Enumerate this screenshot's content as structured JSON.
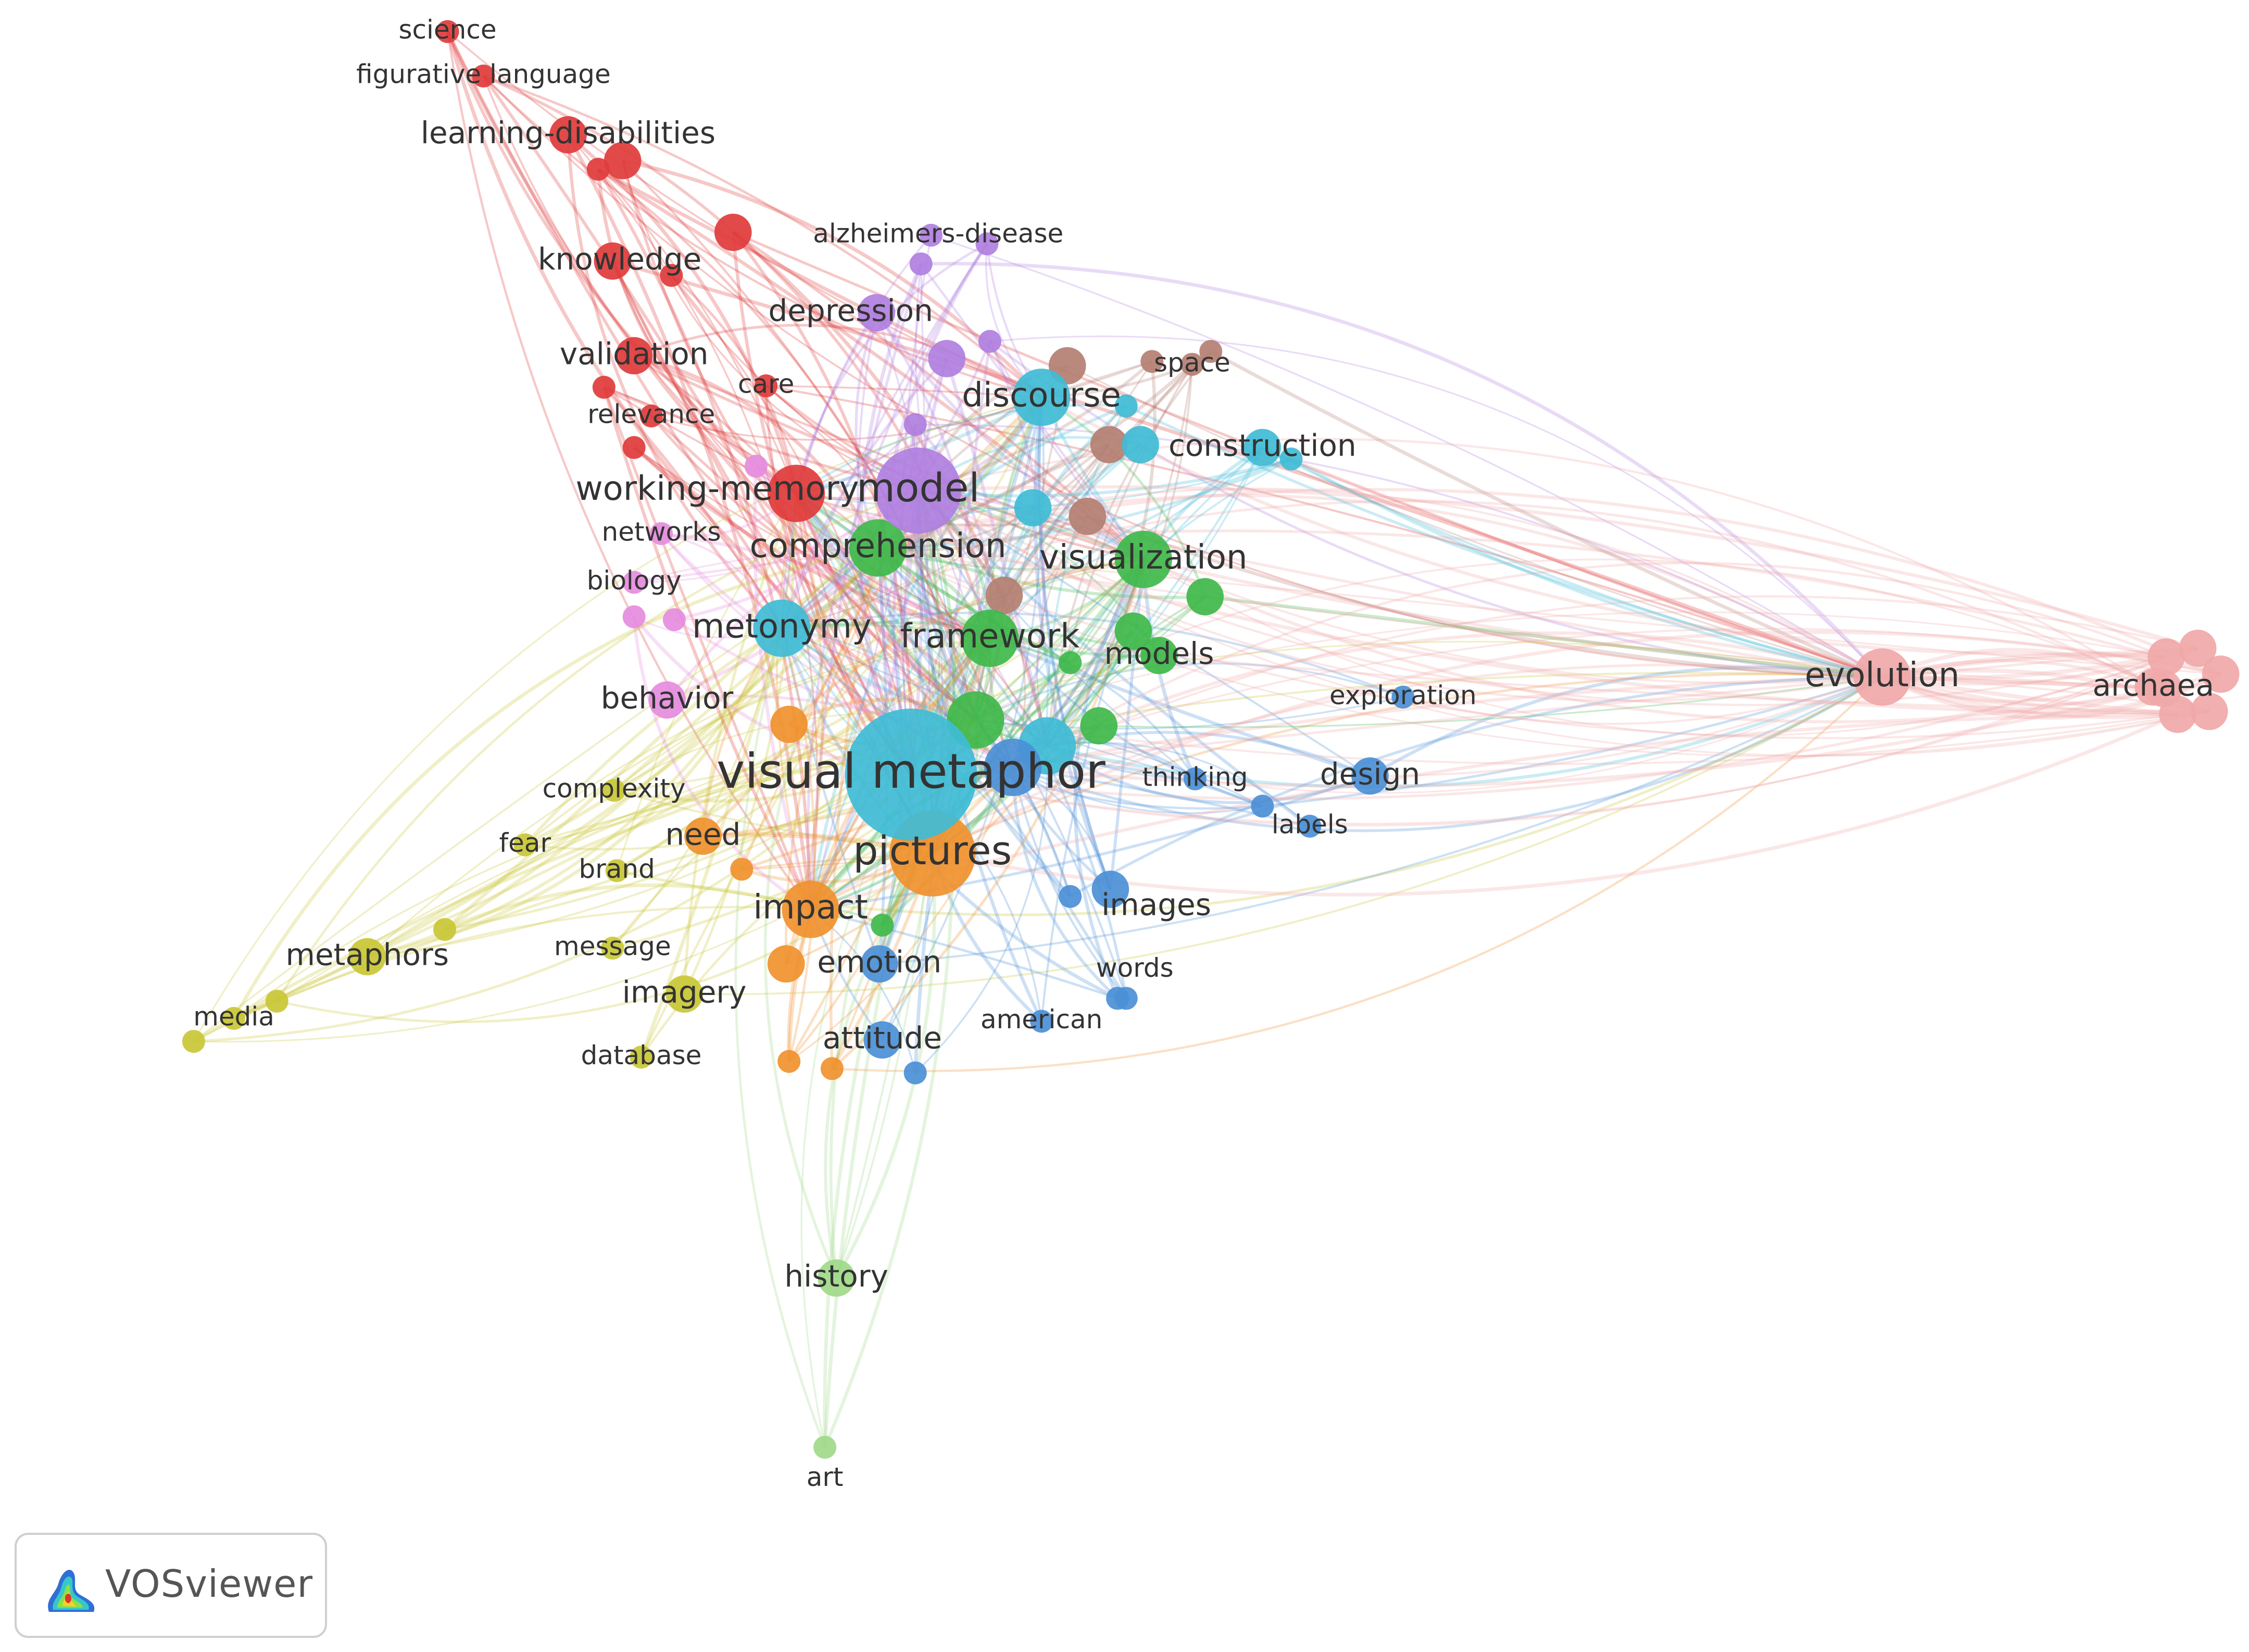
{
  "network": {
    "clusters": [
      {
        "id": "red",
        "color": "#e03b3b"
      },
      {
        "id": "purple",
        "color": "#b07fe0"
      },
      {
        "id": "brown",
        "color": "#b47f72"
      },
      {
        "id": "cyan",
        "color": "#3fbcd6"
      },
      {
        "id": "green",
        "color": "#3fb84a"
      },
      {
        "id": "blue",
        "color": "#4b8fd6"
      },
      {
        "id": "orange",
        "color": "#f0912e"
      },
      {
        "id": "yellow",
        "color": "#c9c736"
      },
      {
        "id": "pink",
        "color": "#e58cde"
      },
      {
        "id": "lightgreen",
        "color": "#9fd989"
      },
      {
        "id": "salmon",
        "color": "#f0a8a8"
      }
    ],
    "labels": [
      {
        "text": "science",
        "cluster": "red",
        "weight": 1
      },
      {
        "text": "figurative language",
        "cluster": "red",
        "weight": 1
      },
      {
        "text": "learning-disabilities",
        "cluster": "red",
        "weight": 2
      },
      {
        "text": "knowledge",
        "cluster": "red",
        "weight": 2
      },
      {
        "text": "validation",
        "cluster": "red",
        "weight": 2
      },
      {
        "text": "care",
        "cluster": "red",
        "weight": 1
      },
      {
        "text": "relevance",
        "cluster": "red",
        "weight": 1
      },
      {
        "text": "working-memory",
        "cluster": "red",
        "weight": 3
      },
      {
        "text": "alzheimers-disease",
        "cluster": "purple",
        "weight": 1
      },
      {
        "text": "depression",
        "cluster": "purple",
        "weight": 2
      },
      {
        "text": "model",
        "cluster": "purple",
        "weight": 4
      },
      {
        "text": "space",
        "cluster": "brown",
        "weight": 1
      },
      {
        "text": "discourse",
        "cluster": "cyan",
        "weight": 3
      },
      {
        "text": "construction",
        "cluster": "cyan",
        "weight": 2
      },
      {
        "text": "networks",
        "cluster": "pink",
        "weight": 1
      },
      {
        "text": "biology",
        "cluster": "pink",
        "weight": 1
      },
      {
        "text": "behavior",
        "cluster": "pink",
        "weight": 2
      },
      {
        "text": "comprehension",
        "cluster": "green",
        "weight": 3
      },
      {
        "text": "visualization",
        "cluster": "green",
        "weight": 3
      },
      {
        "text": "metonymy",
        "cluster": "cyan",
        "weight": 3
      },
      {
        "text": "framework",
        "cluster": "green",
        "weight": 3
      },
      {
        "text": "models",
        "cluster": "green",
        "weight": 2
      },
      {
        "text": "visual metaphor",
        "cluster": "cyan",
        "weight": 5
      },
      {
        "text": "complexity",
        "cluster": "yellow",
        "weight": 1
      },
      {
        "text": "fear",
        "cluster": "yellow",
        "weight": 1
      },
      {
        "text": "need",
        "cluster": "orange",
        "weight": 2
      },
      {
        "text": "brand",
        "cluster": "yellow",
        "weight": 1
      },
      {
        "text": "pictures",
        "cluster": "orange",
        "weight": 4
      },
      {
        "text": "impact",
        "cluster": "orange",
        "weight": 3
      },
      {
        "text": "metaphors",
        "cluster": "yellow",
        "weight": 2
      },
      {
        "text": "message",
        "cluster": "yellow",
        "weight": 1
      },
      {
        "text": "imagery",
        "cluster": "yellow",
        "weight": 2
      },
      {
        "text": "media",
        "cluster": "yellow",
        "weight": 1
      },
      {
        "text": "database",
        "cluster": "yellow",
        "weight": 1
      },
      {
        "text": "emotion",
        "cluster": "blue",
        "weight": 2
      },
      {
        "text": "attitude",
        "cluster": "blue",
        "weight": 2
      },
      {
        "text": "thinking",
        "cluster": "blue",
        "weight": 1
      },
      {
        "text": "design",
        "cluster": "blue",
        "weight": 2
      },
      {
        "text": "labels",
        "cluster": "blue",
        "weight": 1
      },
      {
        "text": "exploration",
        "cluster": "blue",
        "weight": 1
      },
      {
        "text": "images",
        "cluster": "blue",
        "weight": 2
      },
      {
        "text": "words",
        "cluster": "blue",
        "weight": 1
      },
      {
        "text": "american",
        "cluster": "blue",
        "weight": 1
      },
      {
        "text": "history",
        "cluster": "lightgreen",
        "weight": 2
      },
      {
        "text": "art",
        "cluster": "lightgreen",
        "weight": 1
      },
      {
        "text": "evolution",
        "cluster": "salmon",
        "weight": 3
      },
      {
        "text": "archaea",
        "cluster": "salmon",
        "weight": 2
      }
    ],
    "extra_nodes": [
      {
        "cluster": "red",
        "size": 2
      },
      {
        "cluster": "red",
        "size": 1
      },
      {
        "cluster": "red",
        "size": 1
      },
      {
        "cluster": "red",
        "size": 2
      },
      {
        "cluster": "red",
        "size": 1
      },
      {
        "cluster": "red",
        "size": 1
      },
      {
        "cluster": "purple",
        "size": 2
      },
      {
        "cluster": "purple",
        "size": 1
      },
      {
        "cluster": "purple",
        "size": 1
      },
      {
        "cluster": "purple",
        "size": 1
      },
      {
        "cluster": "purple",
        "size": 1
      },
      {
        "cluster": "brown",
        "size": 2
      },
      {
        "cluster": "brown",
        "size": 2
      },
      {
        "cluster": "brown",
        "size": 2
      },
      {
        "cluster": "brown",
        "size": 2
      },
      {
        "cluster": "brown",
        "size": 1
      },
      {
        "cluster": "brown",
        "size": 1
      },
      {
        "cluster": "cyan",
        "size": 3
      },
      {
        "cluster": "cyan",
        "size": 2
      },
      {
        "cluster": "cyan",
        "size": 2
      },
      {
        "cluster": "cyan",
        "size": 1
      },
      {
        "cluster": "cyan",
        "size": 1
      },
      {
        "cluster": "green",
        "size": 3
      },
      {
        "cluster": "green",
        "size": 2
      },
      {
        "cluster": "green",
        "size": 2
      },
      {
        "cluster": "green",
        "size": 2
      },
      {
        "cluster": "green",
        "size": 1
      },
      {
        "cluster": "green",
        "size": 1
      },
      {
        "cluster": "blue",
        "size": 3
      },
      {
        "cluster": "blue",
        "size": 1
      },
      {
        "cluster": "blue",
        "size": 1
      },
      {
        "cluster": "blue",
        "size": 1
      },
      {
        "cluster": "blue",
        "size": 1
      },
      {
        "cluster": "orange",
        "size": 2
      },
      {
        "cluster": "orange",
        "size": 2
      },
      {
        "cluster": "orange",
        "size": 1
      },
      {
        "cluster": "orange",
        "size": 1
      },
      {
        "cluster": "orange",
        "size": 1
      },
      {
        "cluster": "yellow",
        "size": 1
      },
      {
        "cluster": "yellow",
        "size": 1
      },
      {
        "cluster": "yellow",
        "size": 1
      },
      {
        "cluster": "pink",
        "size": 1
      },
      {
        "cluster": "pink",
        "size": 1
      },
      {
        "cluster": "pink",
        "size": 1
      },
      {
        "cluster": "salmon",
        "size": 2
      },
      {
        "cluster": "salmon",
        "size": 2
      },
      {
        "cluster": "salmon",
        "size": 2
      },
      {
        "cluster": "salmon",
        "size": 2
      },
      {
        "cluster": "salmon",
        "size": 2
      },
      {
        "cluster": "salmon",
        "size": 2
      }
    ]
  },
  "logo": {
    "text": "VOSviewer",
    "icon": "vosviewer-density-icon"
  }
}
